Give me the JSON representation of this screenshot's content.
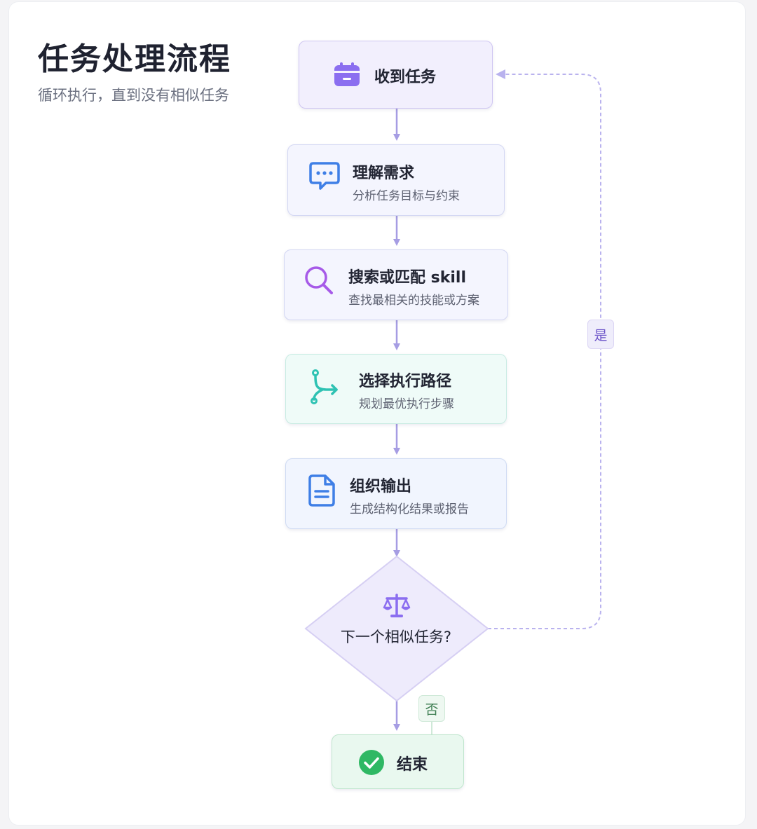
{
  "header": {
    "title": "任务处理流程",
    "subtitle": "循环执行，直到没有相似任务"
  },
  "nodes": {
    "receive": {
      "title": "收到任务",
      "icon": "calendar-icon"
    },
    "understand": {
      "title": "理解需求",
      "desc": "分析任务目标与约束",
      "icon": "chat-bubble-icon"
    },
    "search": {
      "title": "搜索或匹配 skill",
      "desc": "查找最相关的技能或方案",
      "icon": "search-icon"
    },
    "path": {
      "title": "选择执行路径",
      "desc": "规划最优执行步骤",
      "icon": "branch-path-icon"
    },
    "output": {
      "title": "组织输出",
      "desc": "生成结构化结果或报告",
      "icon": "document-icon"
    },
    "decision": {
      "title": "下一个相似任务?",
      "icon": "balance-scale-icon"
    },
    "end": {
      "title": "结束",
      "icon": "check-circle-icon"
    }
  },
  "edges": {
    "yes_label": "是",
    "no_label": "否"
  },
  "colors": {
    "arrow": "#a69de3",
    "loop": "#b9b2ee",
    "accent_purple": "#8b6ef0",
    "accent_teal": "#2ec2b3",
    "accent_blue": "#3f7fe6",
    "accent_green": "#2fb864"
  }
}
